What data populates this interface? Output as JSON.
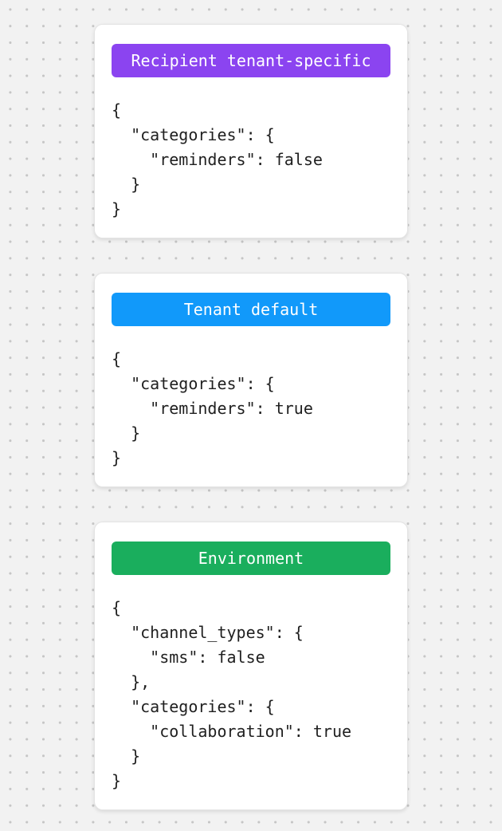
{
  "canvas": {
    "background_color": "#f2f2f2",
    "dot_color": "#c6c6c6"
  },
  "cards": [
    {
      "label": "Recipient tenant-specific",
      "badge_color": "#8b44f0",
      "code": "{\n  \"categories\": {\n    \"reminders\": false\n  }\n}"
    },
    {
      "label": "Tenant default",
      "badge_color": "#1199fa",
      "code": "{\n  \"categories\": {\n    \"reminders\": true\n  }\n}"
    },
    {
      "label": "Environment",
      "badge_color": "#1aae5d",
      "code": "{\n  \"channel_types\": {\n    \"sms\": false\n  },\n  \"categories\": {\n    \"collaboration\": true\n  }\n}"
    }
  ]
}
